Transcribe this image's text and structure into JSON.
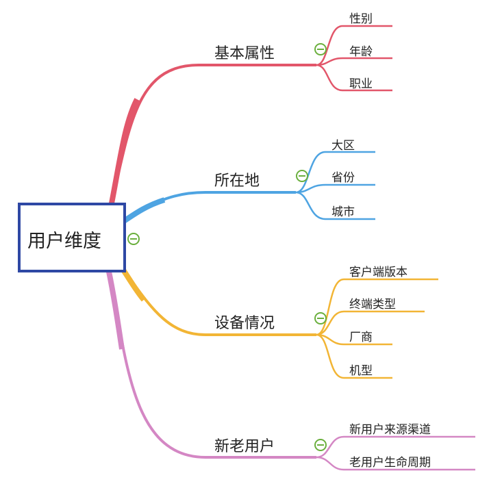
{
  "root": {
    "label": "用户维度"
  },
  "branches": [
    {
      "label": "基本属性",
      "color": "#e2566a",
      "children": [
        "性别",
        "年龄",
        "职业"
      ]
    },
    {
      "label": "所在地",
      "color": "#4ea4e2",
      "children": [
        "大区",
        "省份",
        "城市"
      ]
    },
    {
      "label": "设备情况",
      "color": "#f2b535",
      "children": [
        "客户端版本",
        "终端类型",
        "厂商",
        "机型"
      ]
    },
    {
      "label": "新老用户",
      "color": "#d487c4",
      "children": [
        "新用户来源渠道",
        "老用户生命周期"
      ]
    }
  ],
  "collapse_icon": "minus-circle-icon",
  "collapse_color": "#6aaf3d"
}
